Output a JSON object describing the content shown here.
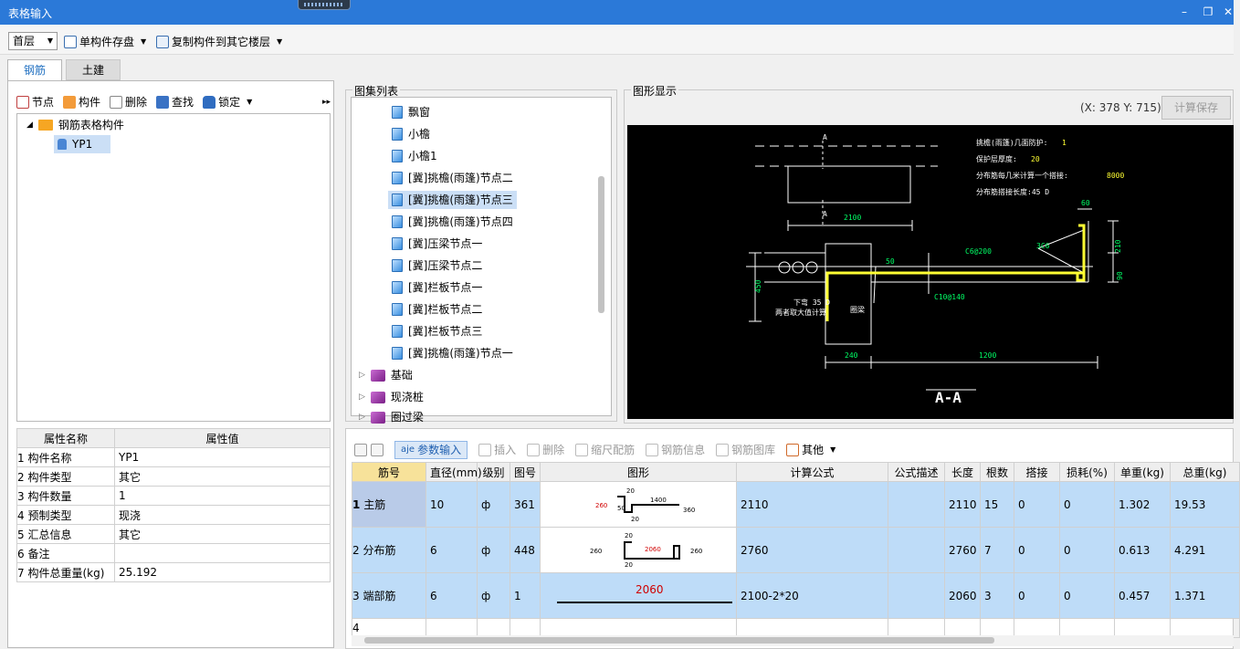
{
  "window": {
    "title": "表格输入",
    "min": "–",
    "restore": "❐",
    "close": "✕"
  },
  "toolbar": {
    "floor": "首层",
    "save_single": "单构件存盘",
    "copy_to_floor": "复制构件到其它楼层"
  },
  "tabs": [
    {
      "label": "钢筋"
    },
    {
      "label": "土建"
    }
  ],
  "left_toolbar": {
    "node": "节点",
    "component": "构件",
    "delete": "删除",
    "find": "查找",
    "lock": "锁定",
    "more": "▸▸"
  },
  "tree": {
    "root": "钢筋表格构件",
    "child": "YP1"
  },
  "props": {
    "col_name": "属性名称",
    "col_value": "属性值",
    "rows": [
      {
        "idx": "1",
        "name": "构件名称",
        "value": "YP1"
      },
      {
        "idx": "2",
        "name": "构件类型",
        "value": "其它"
      },
      {
        "idx": "3",
        "name": "构件数量",
        "value": "1"
      },
      {
        "idx": "4",
        "name": "预制类型",
        "value": "现浇"
      },
      {
        "idx": "5",
        "name": "汇总信息",
        "value": "其它"
      },
      {
        "idx": "6",
        "name": "备注",
        "value": ""
      },
      {
        "idx": "7",
        "name": "构件总重量(kg)",
        "value": "25.192"
      }
    ]
  },
  "atlas": {
    "title": "图集列表",
    "items": [
      "飘窗",
      "小檐",
      "小檐1",
      "[冀]挑檐(雨篷)节点二",
      "[冀]挑檐(雨篷)节点三",
      "[冀]挑檐(雨篷)节点四",
      "[冀]压梁节点一",
      "[冀]压梁节点二",
      "[冀]栏板节点一",
      "[冀]栏板节点二",
      "[冀]栏板节点三",
      "[冀]挑檐(雨篷)节点一"
    ],
    "groups": [
      "基础",
      "现浇桩",
      "圈过梁"
    ]
  },
  "graphic": {
    "title": "图形显示",
    "coords": "(X: 378 Y: 715)",
    "calc_save": "计算保存",
    "cad": {
      "t1": "挑檐(雨篷)几面防护:",
      "v1": "1",
      "t2": "保护层厚度:",
      "v2": "20",
      "t3": "分布筋每几米计算一个搭接:",
      "v3": "8000",
      "t4": "分布筋搭接长度:45 D",
      "d2100": "2100",
      "d1200": "1200",
      "d240": "240",
      "d450": "450",
      "d210": "210",
      "d60": "60",
      "d90": "90",
      "c6": "C6@200",
      "c10": "C10@140",
      "c3": "3C6",
      "d50": "50",
      "note1": "下弯 35 D",
      "note2": "两者取大值计算",
      "beam": "圈梁",
      "a": "A",
      "section": "A-A"
    }
  },
  "grid_toolbar": {
    "param_input": "参数输入",
    "insert": "插入",
    "delete": "删除",
    "scale": "缩尺配筋",
    "info": "钢筋信息",
    "lib": "钢筋图库",
    "other": "其他"
  },
  "grid": {
    "headers": [
      "筋号",
      "直径(mm)",
      "级别",
      "图号",
      "图形",
      "计算公式",
      "公式描述",
      "长度",
      "根数",
      "搭接",
      "损耗(%)",
      "单重(kg)",
      "总重(kg)"
    ],
    "rows": [
      {
        "idx": "1",
        "name": "主筋",
        "dia": "10",
        "grade": "ф",
        "fig": "361",
        "formula": "2110",
        "desc": "",
        "len": "2110",
        "count": "15",
        "lap": "0",
        "loss": "0",
        "unit": "1.302",
        "total": "19.53",
        "s1": "260",
        "s2": "20",
        "s3": "50",
        "s4": "1400",
        "s5": "360",
        "s6": "20"
      },
      {
        "idx": "2",
        "name": "分布筋",
        "dia": "6",
        "grade": "ф",
        "fig": "448",
        "formula": "2760",
        "desc": "",
        "len": "2760",
        "count": "7",
        "lap": "0",
        "loss": "0",
        "unit": "0.613",
        "total": "4.291",
        "s1": "260",
        "s2": "20",
        "s3": "2060",
        "s4": "260",
        "s5": "20"
      },
      {
        "idx": "3",
        "name": "端部筋",
        "dia": "6",
        "grade": "ф",
        "fig": "1",
        "formula": "2100-2*20",
        "desc": "",
        "len": "2060",
        "count": "3",
        "lap": "0",
        "loss": "0",
        "unit": "0.457",
        "total": "1.371",
        "s1": "2060"
      },
      {
        "idx": "4"
      }
    ]
  },
  "colors": {
    "titlebar": "#2b79d8",
    "rebar_yellow": "#ffff33",
    "rebar_dim_green": "#00ff66",
    "row_blue": "#bedcf8"
  }
}
